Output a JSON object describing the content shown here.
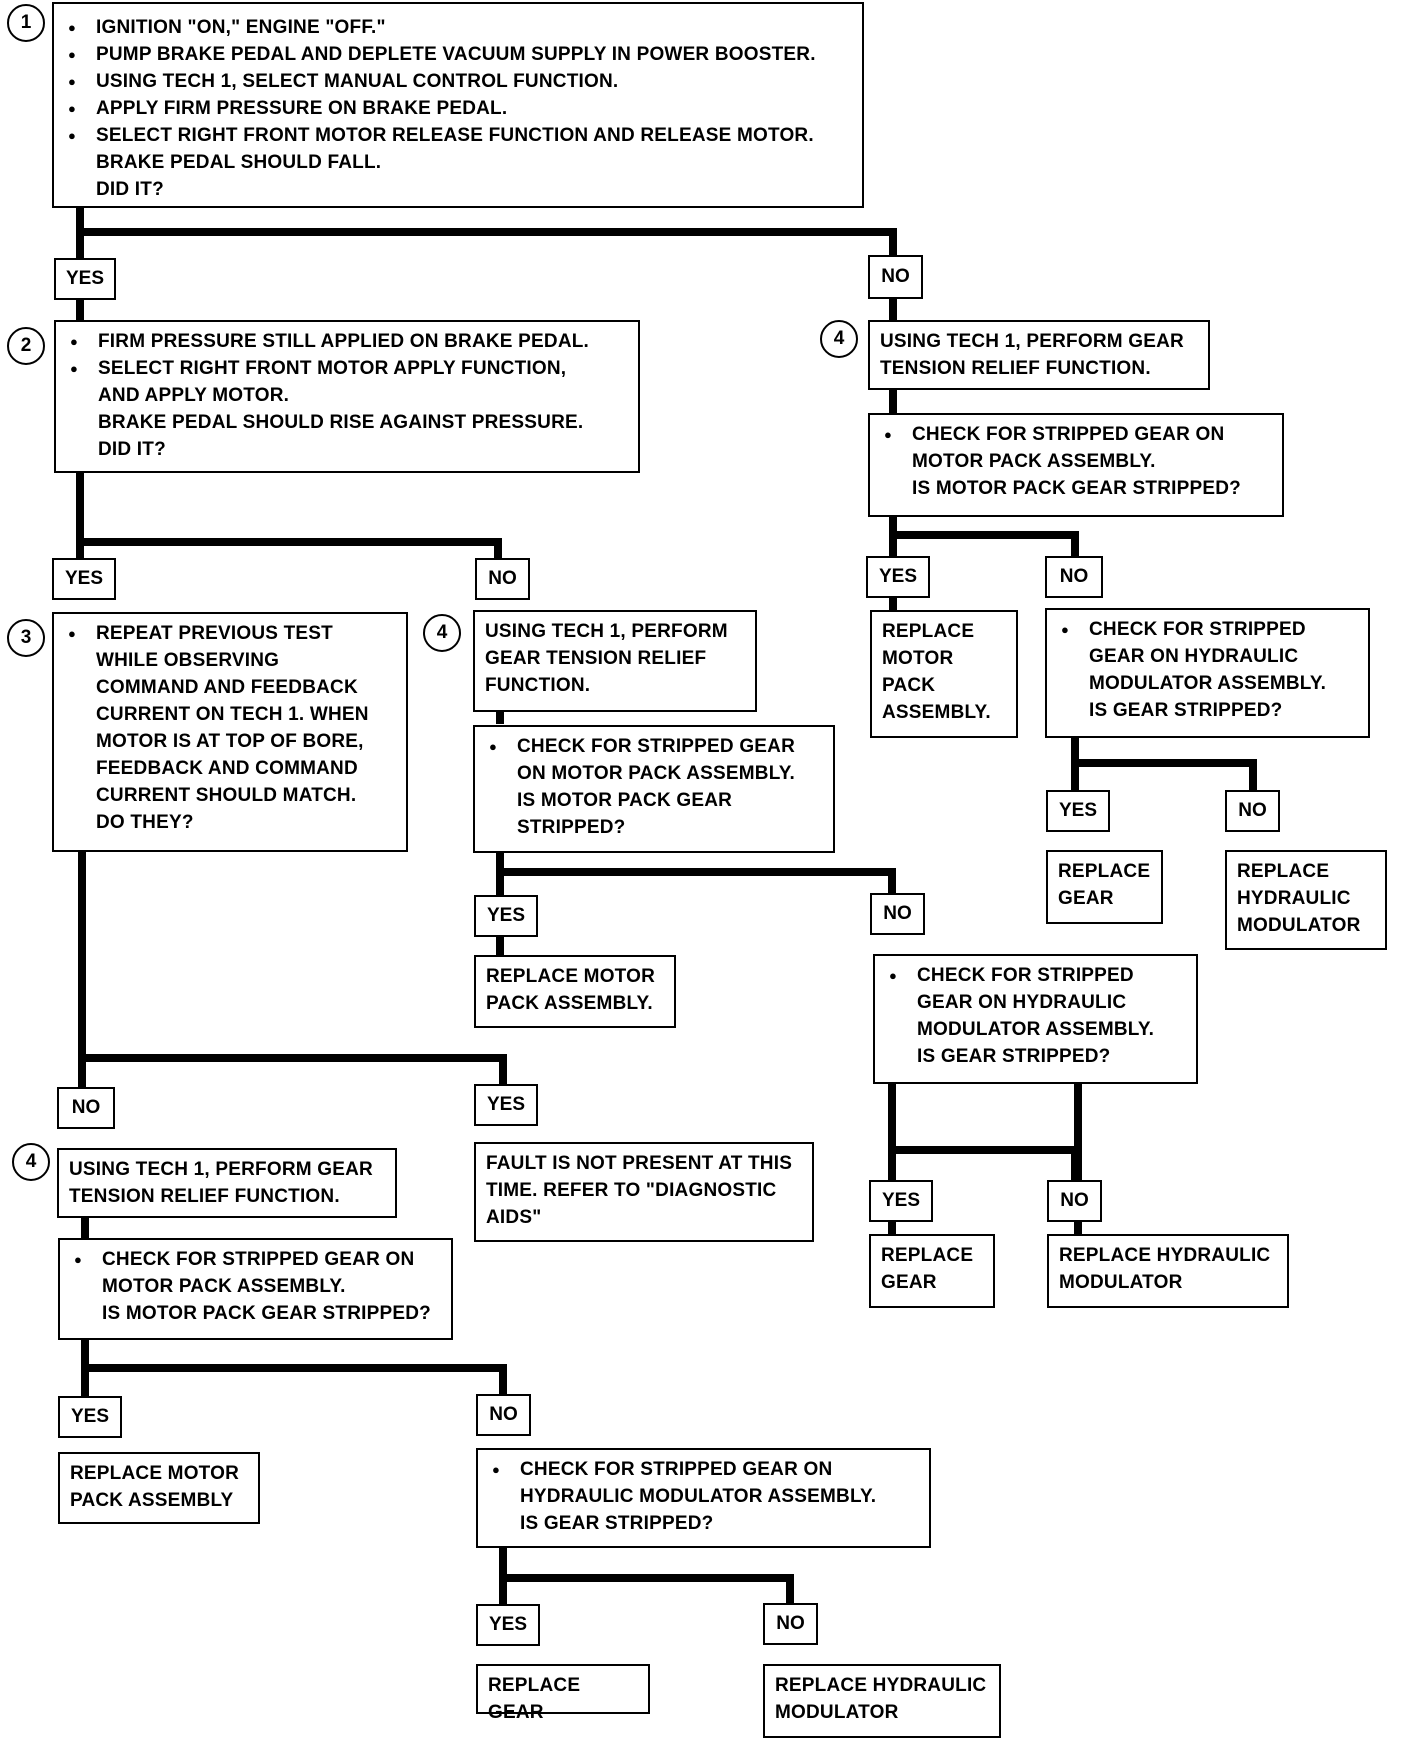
{
  "steps": {
    "s1": "1",
    "s2": "2",
    "s3": "3",
    "s4": "4"
  },
  "labels": {
    "yes": "YES",
    "no": "NO"
  },
  "box1": {
    "b1": "IGNITION \"ON,\" ENGINE \"OFF.\"",
    "b2": "PUMP BRAKE PEDAL AND DEPLETE VACUUM SUPPLY IN POWER BOOSTER.",
    "b3": "USING TECH 1, SELECT MANUAL CONTROL FUNCTION.",
    "b4": "APPLY FIRM PRESSURE ON BRAKE PEDAL.",
    "b5": "SELECT RIGHT FRONT MOTOR RELEASE FUNCTION AND RELEASE MOTOR.",
    "c1": "BRAKE PEDAL SHOULD FALL.",
    "c2": "DID IT?"
  },
  "box2": {
    "b1": "FIRM PRESSURE STILL APPLIED ON BRAKE PEDAL.",
    "b2": "SELECT RIGHT FRONT MOTOR APPLY FUNCTION,",
    "c1": "AND APPLY MOTOR.",
    "c2": "BRAKE PEDAL SHOULD RISE AGAINST PRESSURE.",
    "c3": "DID IT?"
  },
  "box3": {
    "b1": "REPEAT PREVIOUS TEST",
    "c1": "WHILE OBSERVING",
    "c2": "COMMAND AND FEEDBACK",
    "c3": "CURRENT ON TECH 1.  WHEN",
    "c4": "MOTOR IS AT TOP OF BORE,",
    "c5": "FEEDBACK AND COMMAND",
    "c6": "CURRENT SHOULD MATCH.",
    "c7": "DO THEY?"
  },
  "r_tension": {
    "l1": "USING TECH 1, PERFORM GEAR",
    "l2": "TENSION RELIEF FUNCTION."
  },
  "r_check_motor": {
    "b1": "CHECK FOR STRIPPED GEAR ON",
    "c1": "MOTOR PACK ASSEMBLY.",
    "c2": "IS MOTOR PACK GEAR STRIPPED?"
  },
  "r_replace_motor": {
    "l1": "REPLACE",
    "l2": "MOTOR",
    "l3": "PACK",
    "l4": "ASSEMBLY."
  },
  "r_check_hyd": {
    "b1": "CHECK FOR STRIPPED",
    "c1": "GEAR ON HYDRAULIC",
    "c2": "MODULATOR ASSEMBLY.",
    "c3": "IS GEAR STRIPPED?"
  },
  "r_replace_gear": {
    "l1": "REPLACE",
    "l2": "GEAR"
  },
  "r_replace_hyd": {
    "l1": "REPLACE",
    "l2": "HYDRAULIC",
    "l3": "MODULATOR"
  },
  "m_tension": {
    "l1": "USING TECH 1, PERFORM",
    "l2": "GEAR TENSION RELIEF",
    "l3": "FUNCTION."
  },
  "m_check_motor": {
    "b1": "CHECK FOR STRIPPED GEAR",
    "c1": "ON MOTOR PACK ASSEMBLY.",
    "c2": "IS MOTOR PACK GEAR",
    "c3": "STRIPPED?"
  },
  "m_replace_motor": {
    "l1": "REPLACE MOTOR",
    "l2": "PACK ASSEMBLY."
  },
  "m_check_hyd": {
    "b1": "CHECK FOR STRIPPED",
    "c1": "GEAR ON HYDRAULIC",
    "c2": "MODULATOR ASSEMBLY.",
    "c3": "IS GEAR STRIPPED?"
  },
  "m_replace_gear": {
    "l1": "REPLACE",
    "l2": "GEAR"
  },
  "m_replace_hyd": {
    "l1": "REPLACE HYDRAULIC",
    "l2": "MODULATOR"
  },
  "fault": {
    "l1": "FAULT IS NOT PRESENT AT THIS",
    "l2": "TIME.  REFER TO \"DIAGNOSTIC",
    "l3": "AIDS\""
  },
  "l_tension": {
    "l1": "USING TECH 1, PERFORM GEAR",
    "l2": "TENSION RELIEF FUNCTION."
  },
  "l_check_motor": {
    "b1": "CHECK FOR STRIPPED GEAR ON",
    "c1": "MOTOR PACK ASSEMBLY.",
    "c2": "IS MOTOR PACK GEAR STRIPPED?"
  },
  "l_replace_motor": {
    "l1": "REPLACE MOTOR",
    "l2": "PACK ASSEMBLY"
  },
  "l_check_hyd": {
    "b1": "CHECK FOR STRIPPED GEAR ON",
    "c1": "HYDRAULIC MODULATOR ASSEMBLY.",
    "c2": "IS GEAR STRIPPED?"
  },
  "l_replace_gear": {
    "l1": "REPLACE GEAR"
  },
  "l_replace_hyd": {
    "l1": "REPLACE HYDRAULIC",
    "l2": "MODULATOR"
  }
}
